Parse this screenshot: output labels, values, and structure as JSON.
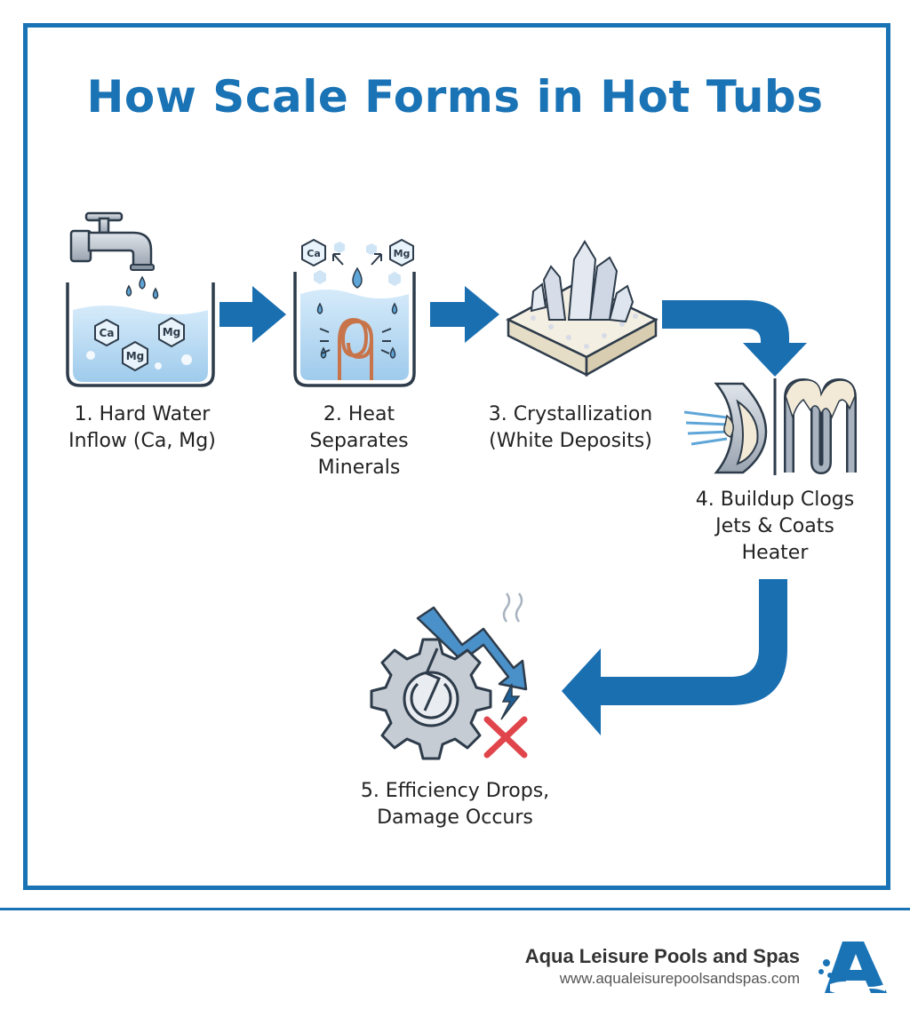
{
  "title": "How Scale Forms in Hot Tubs",
  "steps": [
    {
      "number": "1.",
      "lines": [
        "1. Hard Water",
        "Inflow (Ca, Mg)"
      ],
      "icon": "faucet-tub-icon"
    },
    {
      "number": "2.",
      "lines": [
        "2. Heat",
        "Separates",
        "Minerals"
      ],
      "icon": "heated-tub-icon"
    },
    {
      "number": "3.",
      "lines": [
        "3. Crystallization",
        "(White Deposits)"
      ],
      "icon": "crystal-deposit-icon"
    },
    {
      "number": "4.",
      "lines": [
        "4. Buildup Clogs",
        "Jets & Coats",
        "Heater"
      ],
      "icon": "clogged-jet-heater-icon"
    },
    {
      "number": "5.",
      "lines": [
        "5. Efficiency Drops,",
        "Damage Occurs"
      ],
      "icon": "broken-gear-icon"
    }
  ],
  "icon_text": {
    "ca": "Ca",
    "mg": "Mg"
  },
  "brand": {
    "name": "Aqua Leisure Pools and Spas",
    "url": "www.aqualeisurepoolsandspas.com",
    "logo_letter": "A"
  },
  "colors": {
    "accent": "#1a73b5",
    "arrow": "#1a6fb0",
    "water": "#bcdcf2",
    "alert": "#e0454b"
  }
}
